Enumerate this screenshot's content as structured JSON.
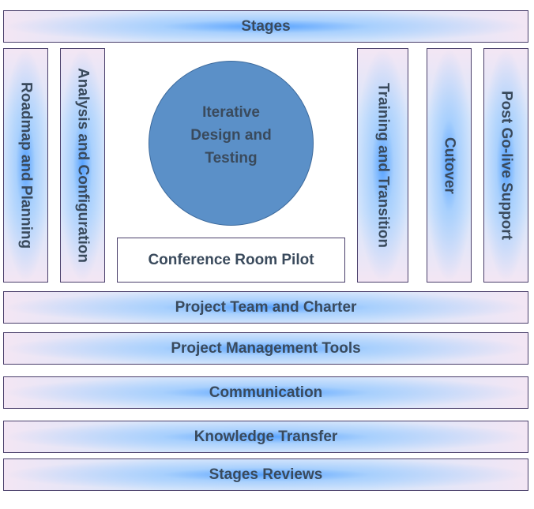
{
  "header": {
    "label": "Stages"
  },
  "stages": [
    {
      "label": "Roadmap and Planning"
    },
    {
      "label": "Analysis and Configuration"
    },
    {
      "label": "Training and Transition"
    },
    {
      "label": "Cutover"
    },
    {
      "label": "Post Go-live Support"
    }
  ],
  "center": {
    "circle_label": "Iterative\nDesign and\nTesting",
    "pilot_label": "Conference Room Pilot"
  },
  "foundations": [
    {
      "label": "Project Team and Charter"
    },
    {
      "label": "Project Management Tools"
    },
    {
      "label": "Communication"
    },
    {
      "label": "Knowledge Transfer"
    },
    {
      "label": "Stages Reviews"
    }
  ],
  "colors": {
    "bar_center": "#4096ff",
    "bar_edge": "#f3e6f4",
    "circle_fill": "#5b90c8",
    "text": "#3a4a5c",
    "border": "#4a3f6b"
  }
}
